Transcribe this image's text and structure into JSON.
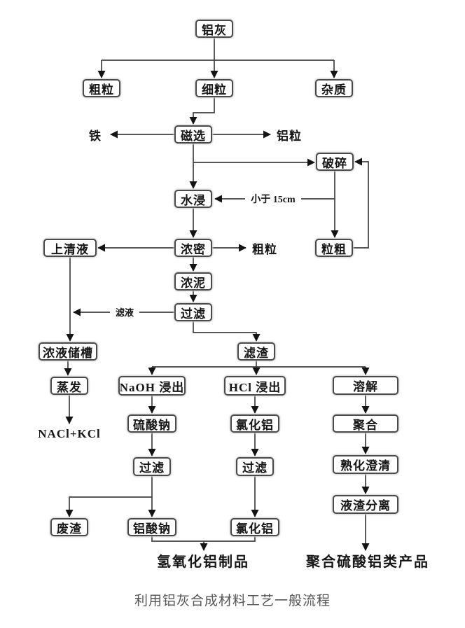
{
  "diagram": {
    "nodes": {
      "aluminum_ash": "铝灰",
      "coarse_particles": "粗粒",
      "fine_particles": "细粒",
      "impurities": "杂质",
      "magnetic_separation": "磁选",
      "crushing": "破碎",
      "water_leaching": "水浸",
      "supernatant": "上清液",
      "thickening": "浓密",
      "coarse_grains": "粒粗",
      "thick_mud": "浓泥",
      "filtration1": "过滤",
      "storage_tank": "浓液储槽",
      "filter_residue": "滤渣",
      "evaporation": "蒸发",
      "naoh_leaching": "NaOH 浸出",
      "hcl_leaching": "HCl 浸出",
      "dissolution": "溶解",
      "sodium_sulfate": "硫酸钠",
      "aluminum_chloride1": "氯化铝",
      "polymerization": "聚合",
      "filtration2": "过滤",
      "filtration3": "过滤",
      "aging_clarification": "熟化澄清",
      "waste_residue": "废渣",
      "sodium_aluminate": "铝酸钠",
      "aluminum_chloride2": "氯化铝",
      "liquid_residue_separation": "液渣分离"
    },
    "labels": {
      "iron": "铁",
      "aluminum_particles": "铝粒",
      "coarse_particles_out": "粗粒",
      "under_15cm": "小于 15cm",
      "filtrate": "滤液",
      "nacl_kcl": "NACl+KCl",
      "aluminum_hydroxide_products": "氢氧化铝制品",
      "poly_aluminum_sulfate_products": "聚合硫酸铝类产品"
    },
    "caption": "利用铝灰合成材料工艺一般流程"
  },
  "colors": {
    "line": "#3f3f3f",
    "arrowhead": "#141414",
    "box_border": "#4a4a4a",
    "text": "#161616",
    "caption": "#565656",
    "background": "#ffffff"
  }
}
